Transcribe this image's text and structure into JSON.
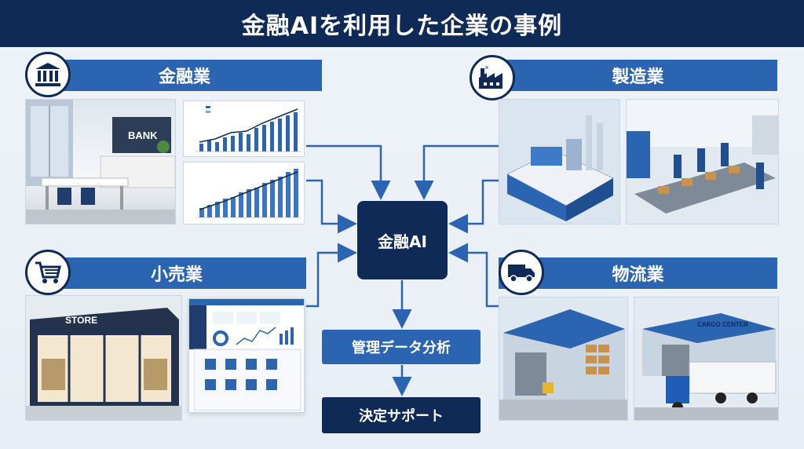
{
  "title": "金融AIを利用した企業の事例",
  "sections": {
    "finance": {
      "label": "金融業",
      "icon": "bank-icon",
      "photo_text": "BANK"
    },
    "manufacturing": {
      "label": "製造業",
      "icon": "factory-icon"
    },
    "retail": {
      "label": "小売業",
      "icon": "cart-icon",
      "photo_text": "STORE"
    },
    "logistics": {
      "label": "物流業",
      "icon": "truck-icon",
      "photo_text": "CARGO CENTER"
    }
  },
  "center": {
    "label": "金融AI"
  },
  "flow": {
    "management": "管理データ分析",
    "decision": "決定サポート"
  },
  "colors": {
    "navy": "#0f2a57",
    "blue": "#2b64b0",
    "background": "#eef3f8"
  }
}
